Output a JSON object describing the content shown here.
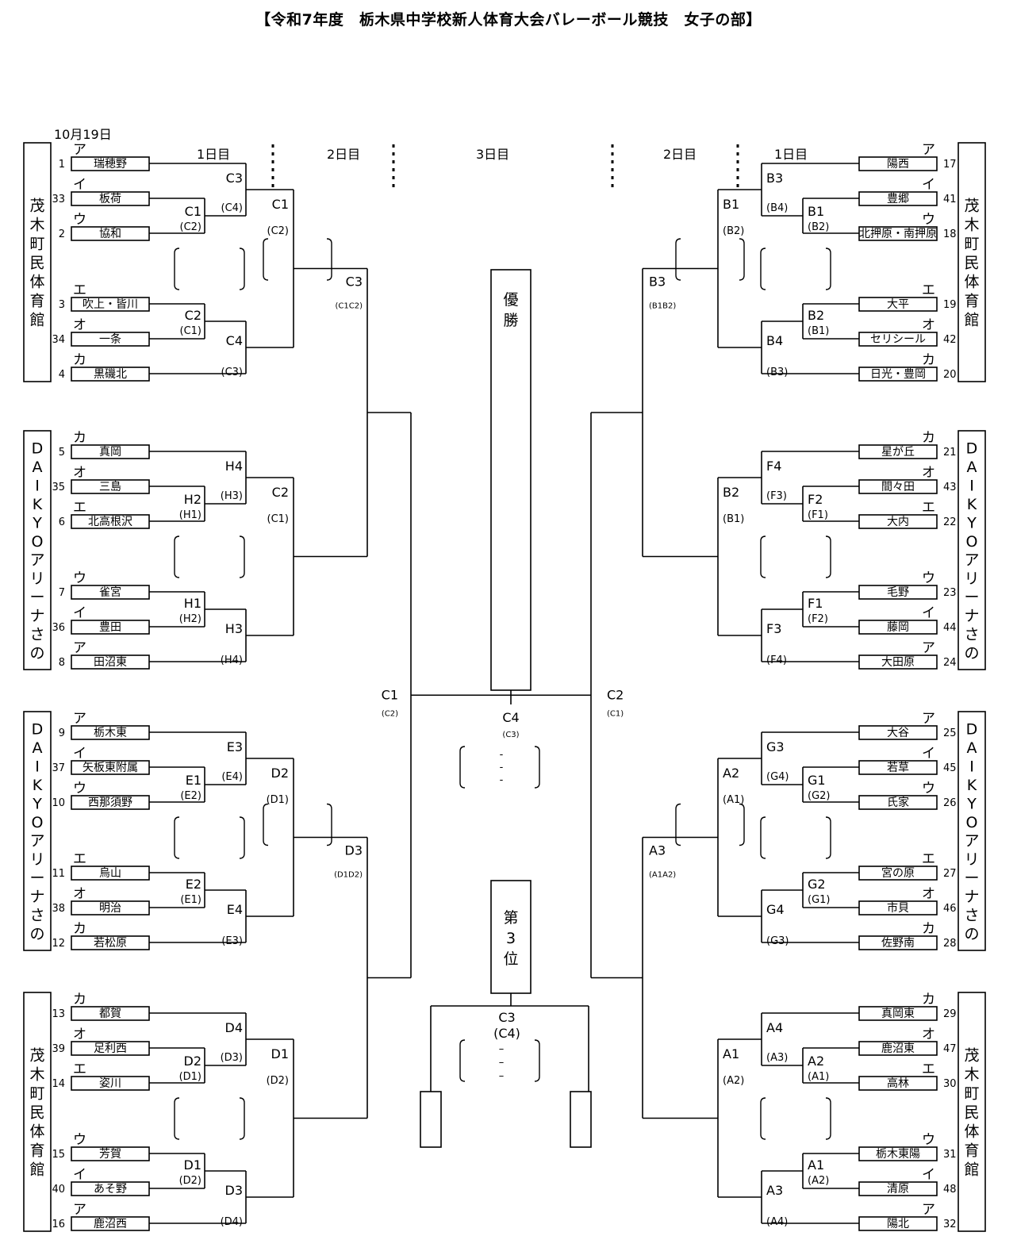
{
  "title": "【令和7年度　栃木県中学校新人体育大会バレーボール競技　女子の部】",
  "date": "10月19日",
  "days": {
    "day1": "1日目",
    "day2": "2日目",
    "day3": "3日目"
  },
  "final": {
    "champion_label": "優勝",
    "third_label": "第3位",
    "final_match": "C4",
    "final_court": "(C3)",
    "final_score": [
      "-",
      "-",
      "-"
    ],
    "third_match": "C3",
    "third_court": "(C4)",
    "third_score": [
      "–",
      "–",
      "–"
    ]
  },
  "left": {
    "blocks": [
      {
        "venue": "茂木町民体育館",
        "teams": [
          {
            "kana": "ア",
            "seed": "1",
            "name": "瑞穂野"
          },
          {
            "kana": "イ",
            "seed": "33",
            "name": "板荷"
          },
          {
            "kana": "ウ",
            "seed": "2",
            "name": "協和"
          },
          {
            "kana": "エ",
            "seed": "3",
            "name": "吹上・皆川"
          },
          {
            "kana": "オ",
            "seed": "34",
            "name": "一条"
          },
          {
            "kana": "カ",
            "seed": "4",
            "name": "黒磯北"
          }
        ],
        "r1": [
          {
            "m": "C1",
            "c": "(C2)"
          },
          {
            "m": "C2",
            "c": "(C1)"
          }
        ],
        "r2": [
          {
            "m": "C3",
            "c": "(C4)"
          },
          {
            "m": "C4",
            "c": "(C3)"
          }
        ],
        "r3": {
          "m": "C1",
          "c": "(C2)"
        }
      },
      {
        "venue": "DAIKYOアリーナさの",
        "teams": [
          {
            "kana": "カ",
            "seed": "5",
            "name": "真岡"
          },
          {
            "kana": "オ",
            "seed": "35",
            "name": "三島"
          },
          {
            "kana": "エ",
            "seed": "6",
            "name": "北高根沢"
          },
          {
            "kana": "ウ",
            "seed": "7",
            "name": "雀宮"
          },
          {
            "kana": "イ",
            "seed": "36",
            "name": "豊田"
          },
          {
            "kana": "ア",
            "seed": "8",
            "name": "田沼東"
          }
        ],
        "r1": [
          {
            "m": "H2",
            "c": "(H1)"
          },
          {
            "m": "H1",
            "c": "(H2)"
          }
        ],
        "r2": [
          {
            "m": "H4",
            "c": "(H3)"
          },
          {
            "m": "H3",
            "c": "(H4)"
          }
        ],
        "r3": {
          "m": "C2",
          "c": "(C1)"
        }
      },
      {
        "venue": "DAIKYOアリーナさの",
        "teams": [
          {
            "kana": "ア",
            "seed": "9",
            "name": "栃木東"
          },
          {
            "kana": "イ",
            "seed": "37",
            "name": "矢板東附属"
          },
          {
            "kana": "ウ",
            "seed": "10",
            "name": "西那須野"
          },
          {
            "kana": "エ",
            "seed": "11",
            "name": "烏山"
          },
          {
            "kana": "オ",
            "seed": "38",
            "name": "明治"
          },
          {
            "kana": "カ",
            "seed": "12",
            "name": "若松原"
          }
        ],
        "r1": [
          {
            "m": "E1",
            "c": "(E2)"
          },
          {
            "m": "E2",
            "c": "(E1)"
          }
        ],
        "r2": [
          {
            "m": "E3",
            "c": "(E4)"
          },
          {
            "m": "E4",
            "c": "(E3)"
          }
        ],
        "r3": {
          "m": "D2",
          "c": "(D1)"
        }
      },
      {
        "venue": "茂木町民体育館",
        "teams": [
          {
            "kana": "カ",
            "seed": "13",
            "name": "都賀"
          },
          {
            "kana": "オ",
            "seed": "39",
            "name": "足利西"
          },
          {
            "kana": "エ",
            "seed": "14",
            "name": "姿川"
          },
          {
            "kana": "ウ",
            "seed": "15",
            "name": "芳賀"
          },
          {
            "kana": "イ",
            "seed": "40",
            "name": "あそ野"
          },
          {
            "kana": "ア",
            "seed": "16",
            "name": "鹿沼西"
          }
        ],
        "r1": [
          {
            "m": "D2",
            "c": "(D1)"
          },
          {
            "m": "D1",
            "c": "(D2)"
          }
        ],
        "r2": [
          {
            "m": "D4",
            "c": "(D3)"
          },
          {
            "m": "D3",
            "c": "(D4)"
          }
        ],
        "r3": {
          "m": "D1",
          "c": "(D2)"
        }
      }
    ],
    "r4": [
      {
        "m": "C3",
        "c": "(C1C2)"
      },
      {
        "m": "D3",
        "c": "(D1D2)"
      }
    ],
    "semi": {
      "m": "C1",
      "c": "(C2)"
    }
  },
  "right": {
    "blocks": [
      {
        "venue": "茂木町民体育館",
        "teams": [
          {
            "kana": "ア",
            "seed": "17",
            "name": "陽西"
          },
          {
            "kana": "イ",
            "seed": "41",
            "name": "豊郷"
          },
          {
            "kana": "ウ",
            "seed": "18",
            "name": "北押原・南押原"
          },
          {
            "kana": "エ",
            "seed": "19",
            "name": "大平"
          },
          {
            "kana": "オ",
            "seed": "42",
            "name": "セリシール"
          },
          {
            "kana": "カ",
            "seed": "20",
            "name": "日光・豊岡"
          }
        ],
        "r1": [
          {
            "m": "B1",
            "c": "(B2)"
          },
          {
            "m": "B2",
            "c": "(B1)"
          }
        ],
        "r2": [
          {
            "m": "B3",
            "c": "(B4)"
          },
          {
            "m": "B4",
            "c": "(B3)"
          }
        ],
        "r3": {
          "m": "B1",
          "c": "(B2)"
        }
      },
      {
        "venue": "DAIKYOアリーナさの",
        "teams": [
          {
            "kana": "カ",
            "seed": "21",
            "name": "星が丘"
          },
          {
            "kana": "オ",
            "seed": "43",
            "name": "間々田"
          },
          {
            "kana": "エ",
            "seed": "22",
            "name": "大内"
          },
          {
            "kana": "ウ",
            "seed": "23",
            "name": "毛野"
          },
          {
            "kana": "イ",
            "seed": "44",
            "name": "藤岡"
          },
          {
            "kana": "ア",
            "seed": "24",
            "name": "大田原"
          }
        ],
        "r1": [
          {
            "m": "F2",
            "c": "(F1)"
          },
          {
            "m": "F1",
            "c": "(F2)"
          }
        ],
        "r2": [
          {
            "m": "F4",
            "c": "(F3)"
          },
          {
            "m": "F3",
            "c": "(F4)"
          }
        ],
        "r3": {
          "m": "B2",
          "c": "(B1)"
        }
      },
      {
        "venue": "DAIKYOアリーナさの",
        "teams": [
          {
            "kana": "ア",
            "seed": "25",
            "name": "大谷"
          },
          {
            "kana": "イ",
            "seed": "45",
            "name": "若草"
          },
          {
            "kana": "ウ",
            "seed": "26",
            "name": "氏家"
          },
          {
            "kana": "エ",
            "seed": "27",
            "name": "宮の原"
          },
          {
            "kana": "オ",
            "seed": "46",
            "name": "市貝"
          },
          {
            "kana": "カ",
            "seed": "28",
            "name": "佐野南"
          }
        ],
        "r1": [
          {
            "m": "G1",
            "c": "(G2)"
          },
          {
            "m": "G2",
            "c": "(G1)"
          }
        ],
        "r2": [
          {
            "m": "G3",
            "c": "(G4)"
          },
          {
            "m": "G4",
            "c": "(G3)"
          }
        ],
        "r3": {
          "m": "A2",
          "c": "(A1)"
        }
      },
      {
        "venue": "茂木町民体育館",
        "teams": [
          {
            "kana": "カ",
            "seed": "29",
            "name": "真岡東"
          },
          {
            "kana": "オ",
            "seed": "47",
            "name": "鹿沼東"
          },
          {
            "kana": "エ",
            "seed": "30",
            "name": "高林"
          },
          {
            "kana": "ウ",
            "seed": "31",
            "name": "栃木東陽"
          },
          {
            "kana": "イ",
            "seed": "48",
            "name": "清原"
          },
          {
            "kana": "ア",
            "seed": "32",
            "name": "陽北"
          }
        ],
        "r1": [
          {
            "m": "A2",
            "c": "(A1)"
          },
          {
            "m": "A1",
            "c": "(A2)"
          }
        ],
        "r2": [
          {
            "m": "A4",
            "c": "(A3)"
          },
          {
            "m": "A3",
            "c": "(A4)"
          }
        ],
        "r3": {
          "m": "A1",
          "c": "(A2)"
        }
      }
    ],
    "r4": [
      {
        "m": "B3",
        "c": "(B1B2)"
      },
      {
        "m": "A3",
        "c": "(A1A2)"
      }
    ],
    "semi": {
      "m": "C2",
      "c": "(C1)"
    }
  }
}
